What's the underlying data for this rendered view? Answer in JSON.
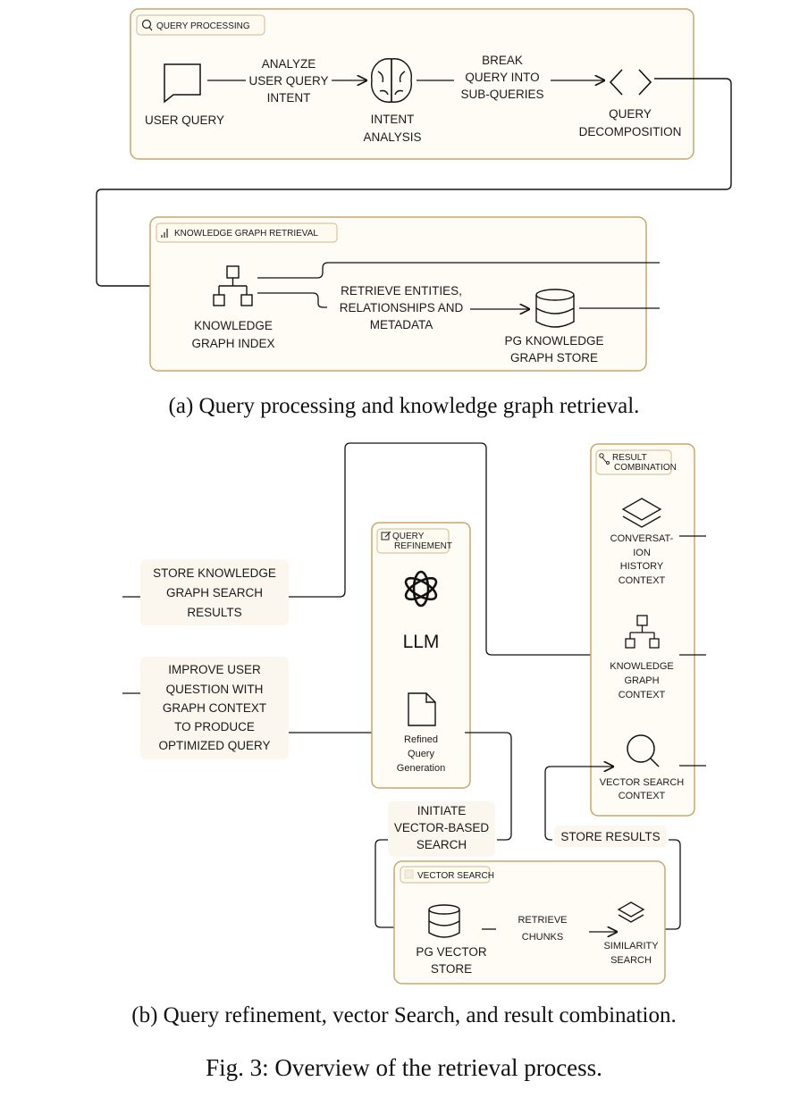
{
  "panel_a": {
    "query_processing": {
      "tag": "QUERY PROCESSING",
      "user_query": "USER QUERY",
      "edge_1": [
        "ANALYZE",
        "USER QUERY",
        "INTENT"
      ],
      "intent_analysis": [
        "INTENT",
        "ANALYSIS"
      ],
      "edge_2": [
        "BREAK",
        "QUERY INTO",
        "SUB-QUERIES"
      ],
      "query_decomposition": [
        "QUERY",
        "DECOMPOSITION"
      ]
    },
    "knowledge_graph_retrieval": {
      "tag": "KNOWLEDGE GRAPH RETRIEVAL",
      "kg_index": [
        "KNOWLEDGE",
        "GRAPH INDEX"
      ],
      "edge": [
        "RETRIEVE ENTITIES,",
        "RELATIONSHIPS AND",
        "METADATA"
      ],
      "pg_store": [
        "PG KNOWLEDGE",
        "GRAPH STORE"
      ]
    },
    "caption": "(a) Query processing and knowledge graph retrieval."
  },
  "panel_b": {
    "store_kg_results": [
      "STORE KNOWLEDGE",
      "GRAPH SEARCH",
      "RESULTS"
    ],
    "improve_question": [
      "IMPROVE USER",
      "QUESTION WITH",
      "GRAPH CONTEXT",
      "TO PRODUCE",
      "OPTIMIZED QUERY"
    ],
    "query_refinement": {
      "tag": [
        "QUERY",
        "REFINEMENT"
      ],
      "llm": "LLM",
      "refined": [
        "Refined",
        "Query",
        "Generation"
      ]
    },
    "result_combination": {
      "tag": [
        "RESULT",
        "COMBINATION"
      ],
      "conversation": [
        "CONVERSAT-",
        "ION",
        "HISTORY",
        "CONTEXT"
      ],
      "kg_context": [
        "KNOWLEDGE",
        "GRAPH",
        "CONTEXT"
      ],
      "vector_context": [
        "VECTOR SEARCH",
        "CONTEXT"
      ]
    },
    "initiate": [
      "INITIATE",
      "VECTOR-BASED",
      "SEARCH"
    ],
    "store_results": "STORE RESULTS",
    "vector_search": {
      "tag": "VECTOR SEARCH",
      "pg_vector": [
        "PG VECTOR",
        "STORE"
      ],
      "retrieve": [
        "RETRIEVE",
        "CHUNKS"
      ],
      "similarity": [
        "SIMILARITY",
        "SEARCH"
      ]
    },
    "caption": "(b) Query refinement, vector Search, and result combination."
  },
  "figure_caption": "Fig. 3: Overview of the retrieval process."
}
